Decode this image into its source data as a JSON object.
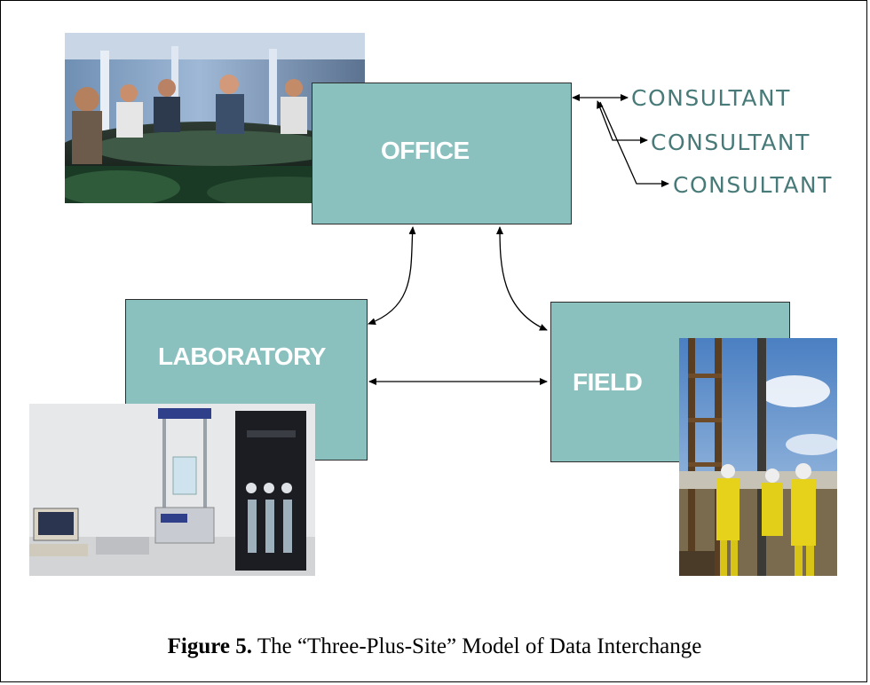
{
  "nodes": {
    "office": {
      "label": "OFFICE"
    },
    "laboratory": {
      "label": "LABORATORY"
    },
    "field": {
      "label": "FIELD"
    }
  },
  "consultants": [
    "CONSULTANT",
    "CONSULTANT",
    "CONSULTANT"
  ],
  "caption": {
    "prefix": "Figure 5.",
    "text": " The “Three-Plus-Site” Model of Data Interchange"
  },
  "colors": {
    "box_fill": "#8ac1bf",
    "consultant_text": "#477a78",
    "box_text": "#ffffff"
  },
  "photos": {
    "meeting": "meeting-room-photo",
    "lab": "lab-equipment-photo",
    "field": "drill-crew-photo"
  }
}
